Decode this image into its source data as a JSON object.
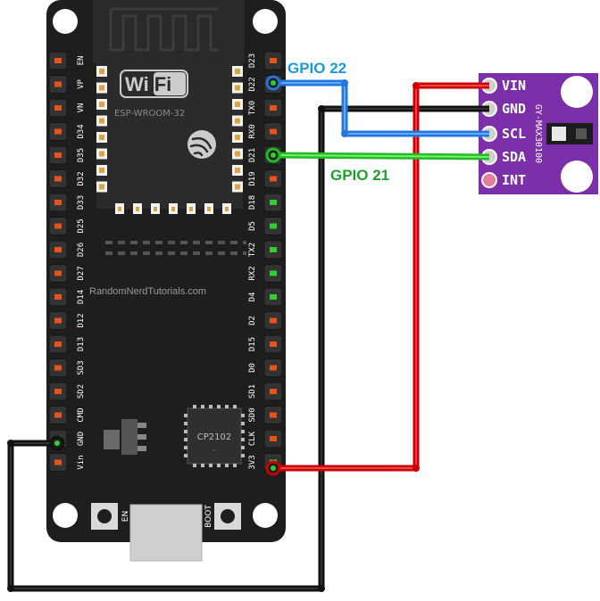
{
  "board": {
    "module_name": "ESP-WROOM-32",
    "wifi_logo_text": "WiFi",
    "website": "RandomNerdTutorials.com",
    "chip": "CP2102",
    "chip_dot": "-",
    "button_en": "EN",
    "button_boot": "BOOT",
    "left_pins": [
      "EN",
      "VP",
      "VN",
      "D34",
      "D35",
      "D32",
      "D33",
      "D25",
      "D26",
      "D27",
      "D14",
      "D12",
      "D13",
      "SD3",
      "SD2",
      "CMD",
      "GND",
      "Vin"
    ],
    "right_pins": [
      "D23",
      "D22",
      "TX0",
      "RX0",
      "D21",
      "D19",
      "D18",
      "D5",
      "TX2",
      "RX2",
      "D4",
      "D2",
      "D15",
      "D0",
      "SD1",
      "SD0",
      "CLK",
      "3V3"
    ]
  },
  "sensor": {
    "name": "GY-MAX30100",
    "pins": [
      "VIN",
      "GND",
      "SCL",
      "SDA",
      "INT"
    ]
  },
  "labels": {
    "scl": "GPIO 22",
    "sda": "GPIO 21"
  },
  "colors": {
    "board": "#1e1e1e",
    "sensor": "#7b2fa8",
    "wire_scl": "#2277dd",
    "wire_sda": "#22bb22",
    "wire_vcc": "#cc0000",
    "wire_gnd": "#111111",
    "label_scl": "#1a9ad6",
    "label_sda": "#20a030"
  }
}
